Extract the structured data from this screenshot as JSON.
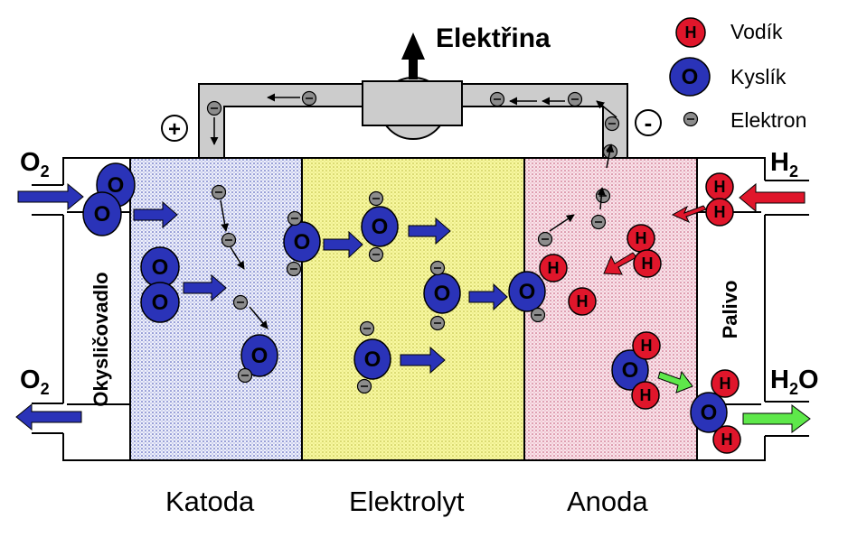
{
  "title": "Elektřina",
  "legend": {
    "hydrogen": "Vodík",
    "oxygen": "Kyslík",
    "electron": "Elektron"
  },
  "terminals": {
    "positive": "+",
    "negative": "-"
  },
  "zones": {
    "cathode": "Katoda",
    "electrolyte": "Elektrolyt",
    "anode": "Anoda"
  },
  "channels": {
    "oxidizer": "Okysličovadlo",
    "fuel": "Palivo"
  },
  "flows": {
    "o2_in": {
      "main": "O",
      "sub": "2"
    },
    "o2_out": {
      "main": "O",
      "sub": "2"
    },
    "h2_in": {
      "main": "H",
      "sub": "2"
    },
    "h2o_out": {
      "main": "H",
      "sub": "2",
      "tail": "O"
    }
  },
  "atoms": {
    "oxygen_letter": "O",
    "hydrogen_letter": "H"
  },
  "colors": {
    "cathode": "#e8ecf8",
    "electrolyte": "#f7f79a",
    "anode": "#f6dde4",
    "oxygen": "#2a33b8",
    "hydrogen": "#e0162b",
    "electron": "#8c8c8c",
    "arrow_blue": "#2a33b8",
    "arrow_red": "#e0162b",
    "arrow_green": "#5ee84a",
    "wire": "#cccccc"
  }
}
